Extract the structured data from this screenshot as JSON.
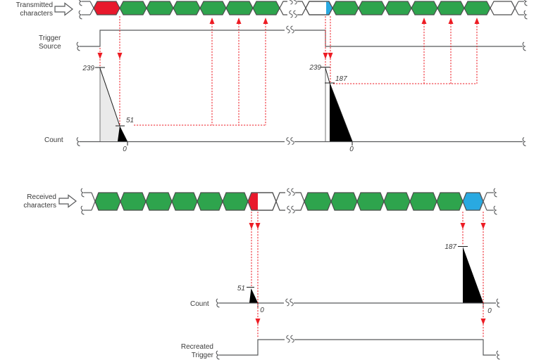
{
  "colors": {
    "char_green": "#2EA44D",
    "char_red": "#E8192C",
    "char_blue": "#29A9E1",
    "count_fill_light": "#EAEAEA",
    "count_fill_dark": "#000000",
    "line": "#58595B",
    "outline": "#4D4D4D",
    "dashed": "#ED1C24",
    "text": "#3B3B3B"
  },
  "transmitted_row": {
    "label_line1": "Transmitted",
    "label_line2": "characters",
    "sequence": [
      "open",
      "red",
      "green",
      "green",
      "green",
      "green",
      "green",
      "green",
      "break",
      "white+blue",
      "green",
      "green",
      "green",
      "green",
      "green",
      "green",
      "white",
      "open"
    ]
  },
  "trigger_source": {
    "label_line1": "Trigger",
    "label_line2": "Source"
  },
  "top_count": {
    "label": "Count",
    "event1": {
      "start": "239",
      "capture": "51",
      "zero": "0"
    },
    "event2": {
      "start": "239",
      "capture": "187",
      "zero": "0"
    }
  },
  "received_row": {
    "label_line1": "Received",
    "label_line2": "characters",
    "sequence": [
      "open",
      "green",
      "green",
      "green",
      "green",
      "green",
      "green",
      "red+white",
      "break",
      "green",
      "green",
      "green",
      "green",
      "green",
      "green",
      "blue",
      "open"
    ]
  },
  "bottom_count": {
    "label": "Count",
    "event1": {
      "value": "51",
      "zero": "0"
    },
    "event2": {
      "value": "187",
      "zero": "0"
    }
  },
  "recreated_trigger": {
    "label_line1": "Recreated",
    "label_line2": "Trigger"
  }
}
